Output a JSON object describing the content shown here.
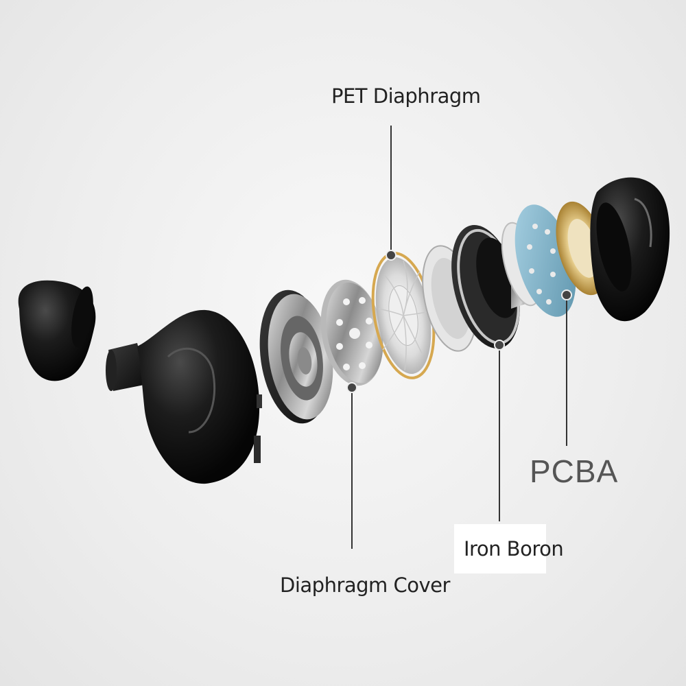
{
  "labels": {
    "pet_diaphragm": "PET Diaphragm",
    "diaphragm_cover": "Diaphragm Cover",
    "iron_boron": "Iron Boron",
    "pcba": "PCBA"
  },
  "colors": {
    "background": "#ededed",
    "shell": "#151515",
    "metal": "#9a9a9a",
    "gold_ring": "#d8b46a",
    "pcb_blue": "#7fb0c6",
    "leader_line": "#333333"
  }
}
